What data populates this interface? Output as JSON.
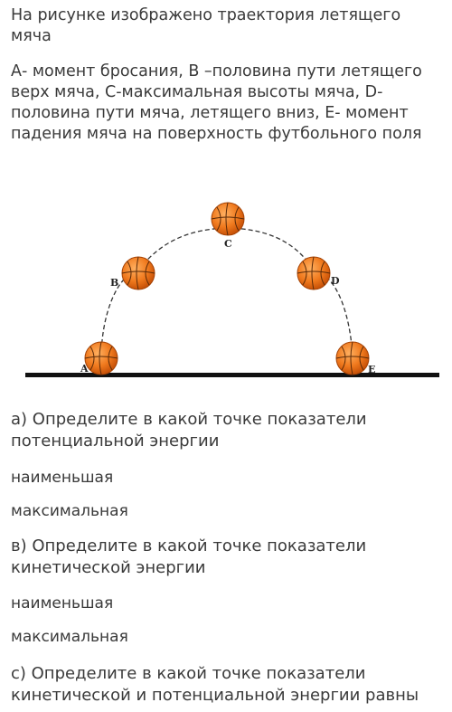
{
  "intro": "На рисунке изображено траектория летящего мяча",
  "description": "А- момент бросания, В –половина пути летящего верх мяча, С-максимальная высоты мяча, D- половина пути мяча, летящего вниз, Е- момент падения мяча на поверхность футбольного поля",
  "figure": {
    "point_labels": [
      "A",
      "B",
      "C",
      "D",
      "E"
    ],
    "colors": {
      "ball": "#f07a1e",
      "ball_dark": "#d05a0a",
      "ground": "#111111"
    }
  },
  "questions": [
    {
      "text": "а) Определите в какой точке показатели потенциальной энергии",
      "options": [
        "наименьшая",
        "максимальная"
      ]
    },
    {
      "text": "в) Определите в какой точке показатели кинетической энергии",
      "options": [
        "наименьшая",
        "максимальная"
      ]
    },
    {
      "text": "с) Определите в какой точке показатели кинетической и потенциальной энергии равны",
      "options": []
    }
  ]
}
